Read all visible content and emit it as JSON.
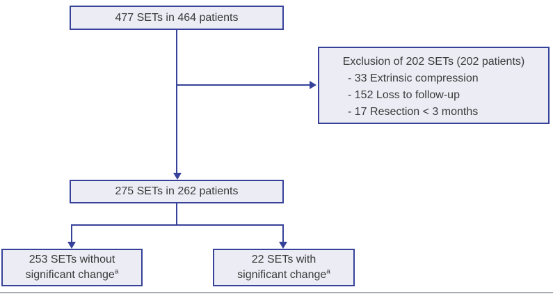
{
  "colors": {
    "box_fill": "#ebecf4",
    "line_color": "#36429a",
    "text_color": "#3a3a3a",
    "bottom_rule": "#a9abb5",
    "background": "#ffffff"
  },
  "flowchart": {
    "top_box": {
      "label": "477 SETs in 464 patients"
    },
    "exclusion_box": {
      "heading": "Exclusion of 202 SETs (202 patients)",
      "items": [
        "- 33 Extrinsic compression",
        "- 152 Loss to follow-up",
        "- 17 Resection < 3 months"
      ]
    },
    "middle_box": {
      "label": "275 SETs in 262 patients"
    },
    "bottom_left_box": {
      "line1": "253 SETs without",
      "line2": "significant change",
      "superscript": "a"
    },
    "bottom_right_box": {
      "line1": "22 SETs with",
      "line2": "significant change",
      "superscript": "a"
    }
  }
}
